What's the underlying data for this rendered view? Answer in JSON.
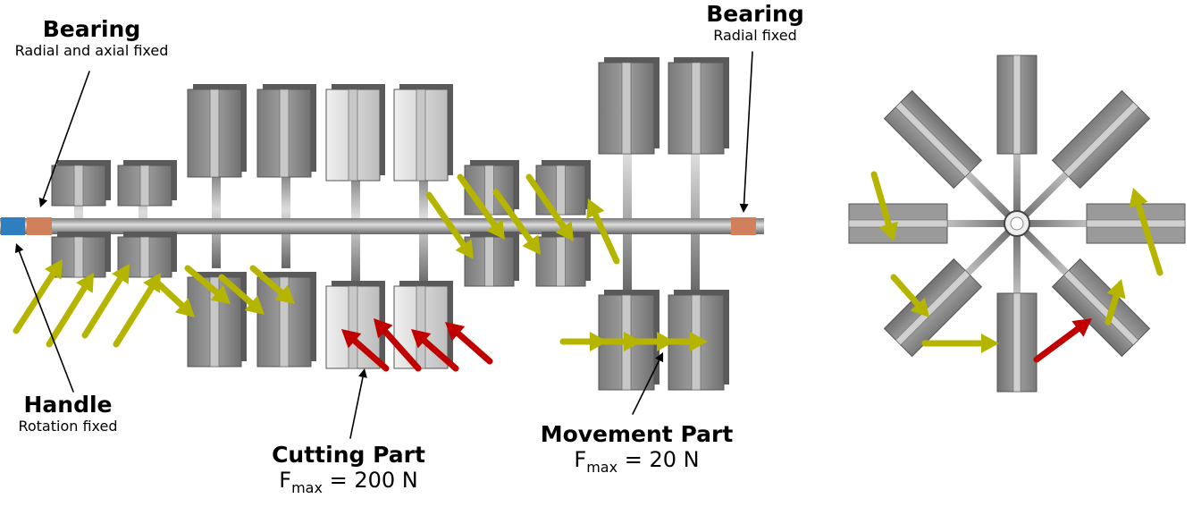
{
  "labels": {
    "bearing_left": {
      "title": "Bearing",
      "subtitle": "Radial and axial fixed"
    },
    "bearing_right": {
      "title": "Bearing",
      "subtitle": "Radial fixed"
    },
    "handle": {
      "title": "Handle",
      "subtitle": "Rotation fixed"
    },
    "cutting_part": {
      "title": "Cutting Part",
      "force_symbol": "F",
      "force_subscript": "max",
      "force_value": "= 200 N"
    },
    "movement_part": {
      "title": "Movement Part",
      "force_symbol": "F",
      "force_subscript": "max",
      "force_value": "= 20 N"
    }
  },
  "colors": {
    "handle": "#2f7fc0",
    "bearing": "#d0805a",
    "movement_force": "#b5b500",
    "cutting_force": "#c00000",
    "part": "#8c8c8c",
    "cutting_blade": "#d8d8d8"
  }
}
